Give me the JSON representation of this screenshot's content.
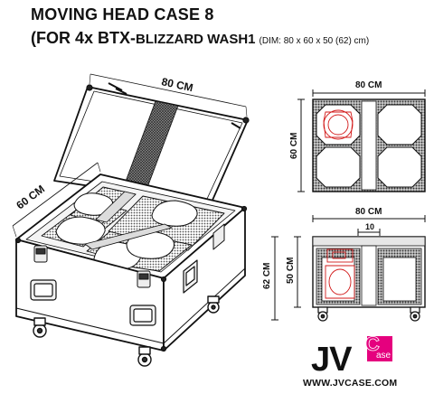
{
  "title": {
    "line1": "MOVING HEAD CASE 8",
    "line2_prefix": "(FOR 4x BTX-",
    "line2_model": "BLIZZARD WASH1",
    "line2_dims": "(DIM: 80 x 60 x 50 (62) cm)"
  },
  "perspective_view": {
    "width_label": "80 CM",
    "depth_label": "60 CM"
  },
  "top_view": {
    "width_label": "80 CM",
    "depth_label": "60 CM"
  },
  "front_view": {
    "width_label": "80 CM",
    "divider_label": "10",
    "total_height_label": "62 CM",
    "body_height_label": "50 CM"
  },
  "logo": {
    "text": "JV",
    "badge_letter": "C",
    "badge_text": "ase",
    "badge_color": "#e5007e",
    "website": "WWW.JVCASE.COM"
  }
}
